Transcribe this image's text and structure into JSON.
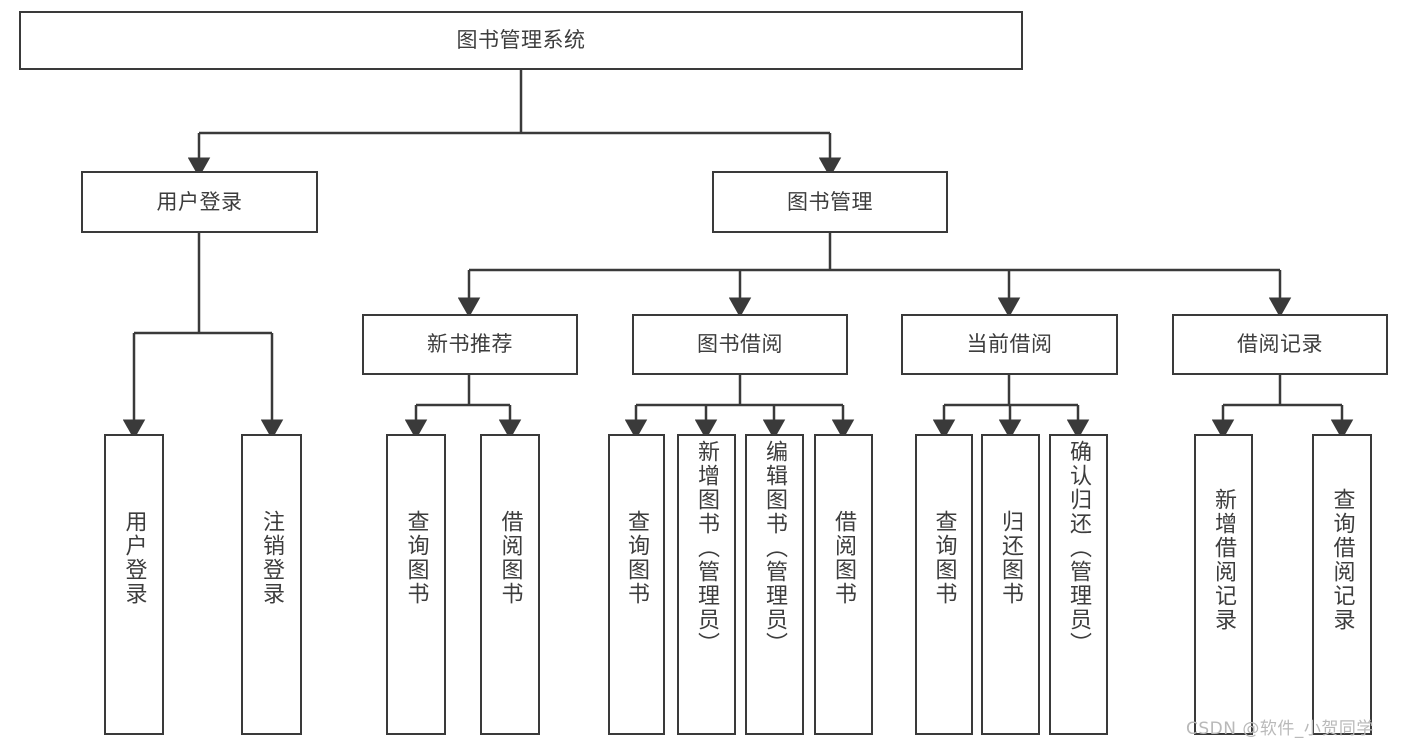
{
  "diagram": {
    "title": "图书管理系统",
    "type": "功能结构图",
    "watermark": "CSDN @软件_小贺同学",
    "root": {
      "label": "图书管理系统"
    },
    "level2": [
      {
        "id": "user-login",
        "label": "用户登录"
      },
      {
        "id": "book-management",
        "label": "图书管理"
      }
    ],
    "level3": [
      {
        "id": "new-book-recommend",
        "label": "新书推荐",
        "parent": "book-management"
      },
      {
        "id": "book-borrow",
        "label": "图书借阅",
        "parent": "book-management"
      },
      {
        "id": "current-borrow",
        "label": "当前借阅",
        "parent": "book-management"
      },
      {
        "id": "borrow-record",
        "label": "借阅记录",
        "parent": "book-management"
      }
    ],
    "leaves": [
      {
        "id": "leaf-user-login",
        "label": "用户登录",
        "parent": "user-login"
      },
      {
        "id": "leaf-user-logout",
        "label": "注销登录",
        "parent": "user-login"
      },
      {
        "id": "leaf-query-book-1",
        "label": "查询图书",
        "parent": "new-book-recommend"
      },
      {
        "id": "leaf-borrow-book-1",
        "label": "借阅图书",
        "parent": "new-book-recommend"
      },
      {
        "id": "leaf-query-book-2",
        "label": "查询图书",
        "parent": "book-borrow"
      },
      {
        "id": "leaf-add-book",
        "label": "新增图书（管理员）",
        "parent": "book-borrow"
      },
      {
        "id": "leaf-edit-book",
        "label": "编辑图书（管理员）",
        "parent": "book-borrow"
      },
      {
        "id": "leaf-borrow-book-2",
        "label": "借阅图书",
        "parent": "book-borrow"
      },
      {
        "id": "leaf-query-book-3",
        "label": "查询图书",
        "parent": "current-borrow"
      },
      {
        "id": "leaf-return-book",
        "label": "归还图书",
        "parent": "current-borrow"
      },
      {
        "id": "leaf-confirm-return",
        "label": "确认归还（管理员）",
        "parent": "current-borrow"
      },
      {
        "id": "leaf-add-record",
        "label": "新增借阅记录",
        "parent": "borrow-record"
      },
      {
        "id": "leaf-query-record",
        "label": "查询借阅记录",
        "parent": "borrow-record"
      }
    ],
    "colors": {
      "border": "#3a3a3a",
      "text": "#3d3d3d",
      "background": "#ffffff",
      "watermark": "#b9b9b9"
    }
  }
}
